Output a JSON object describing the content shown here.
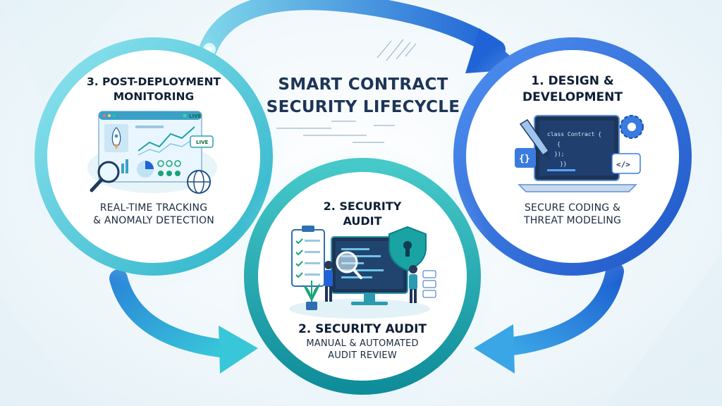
{
  "title": {
    "line1": "SMART CONTRACT",
    "line2": "SECURITY LIFECYCLE"
  },
  "stages": {
    "design": {
      "title_line1": "1. DESIGN &",
      "title_line2": "DEVELOPMENT",
      "desc_line1": "SECURE CODING &",
      "desc_line2": "THREAT MODELING",
      "code": [
        "class Contract {",
        "{",
        "  });",
        "}}"
      ],
      "color": "#3a7be0"
    },
    "audit": {
      "top_line1": "2. SECURITY",
      "top_line2": "AUDIT",
      "title": "2. SECURITY AUDIT",
      "desc_line1": "MANUAL & AUTOMATED",
      "desc_line2": "AUDIT REVIEW",
      "color": "#1aa3a3"
    },
    "monitoring": {
      "title_line1": "3. POST-DEPLOYMENT",
      "title_line2": "MONITORING",
      "desc_line1": "REAL-TIME TRACKING",
      "desc_line2": "& ANOMALY DETECTION",
      "live_badge": "LIVE",
      "live_tag": "LIVE",
      "color": "#3cc0cf"
    }
  },
  "icons": {
    "design": [
      "laptop-icon",
      "pen-icon",
      "gear-icon",
      "braces-icon",
      "code-tag-icon"
    ],
    "audit": [
      "checklist-icon",
      "shield-lock-icon",
      "magnifier-icon",
      "people-icon",
      "plant-icon"
    ],
    "monitoring": [
      "dashboard-icon",
      "rocket-icon",
      "line-chart-icon",
      "magnifier-icon",
      "globe-icon"
    ]
  }
}
